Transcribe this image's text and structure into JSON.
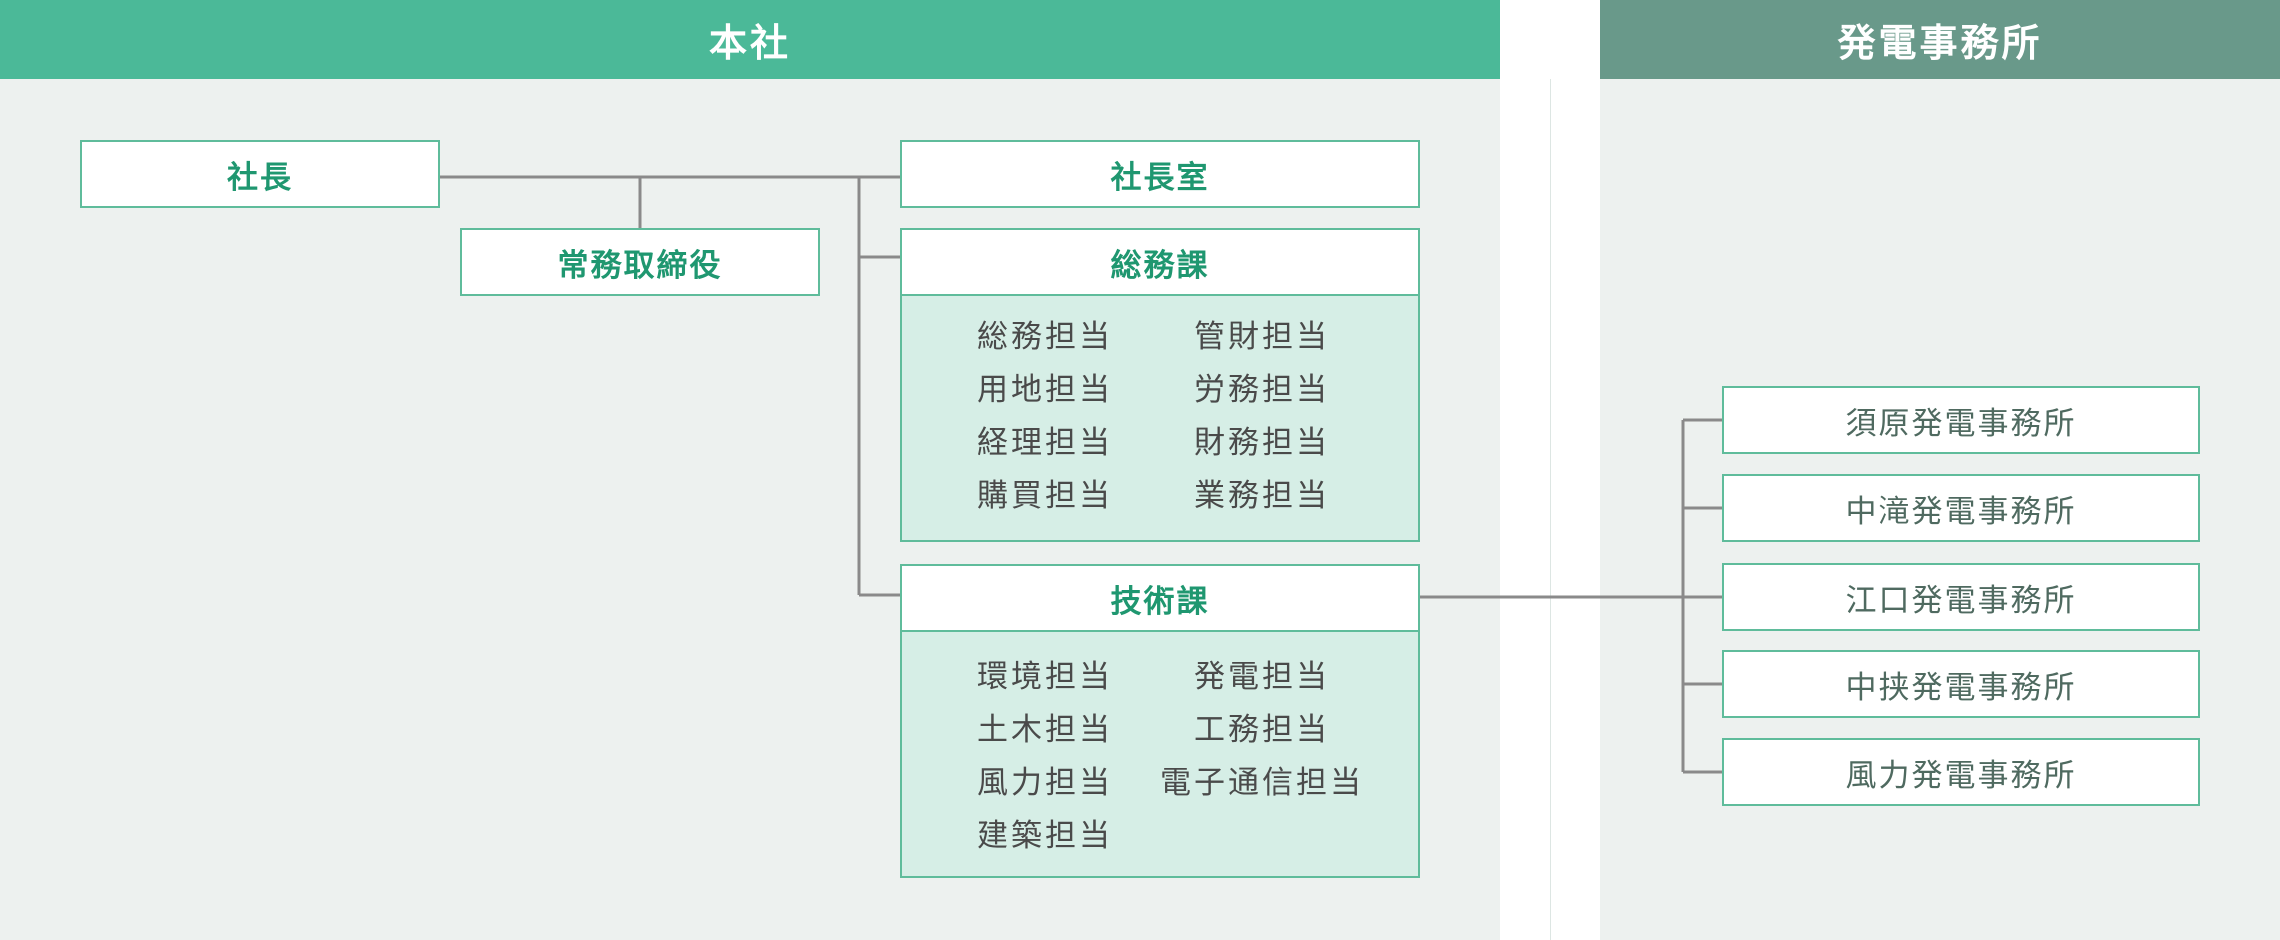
{
  "headers": {
    "head_office": "本社",
    "power_offices": "発電事務所"
  },
  "head_office": {
    "president": "社長",
    "managing_director": "常務取締役",
    "president_office": "社長室",
    "general_affairs": {
      "title": "総務課",
      "duties": [
        "総務担当",
        "管財担当",
        "用地担当",
        "労務担当",
        "経理担当",
        "財務担当",
        "購買担当",
        "業務担当"
      ]
    },
    "engineering": {
      "title": "技術課",
      "duties": [
        "環境担当",
        "発電担当",
        "土木担当",
        "工務担当",
        "風力担当",
        "電子通信担当",
        "建築担当"
      ]
    }
  },
  "power_offices": [
    "須原発電事務所",
    "中滝発電事務所",
    "江口発電事務所",
    "中挟発電事務所",
    "風力発電事務所"
  ],
  "colors": {
    "head_office_header": "#4bb998",
    "power_office_header": "#69998a",
    "box_border": "#5fbc9b",
    "box_text": "#1f9770",
    "duty_background": "#d6eee6",
    "connector": "#8a8a8a"
  }
}
